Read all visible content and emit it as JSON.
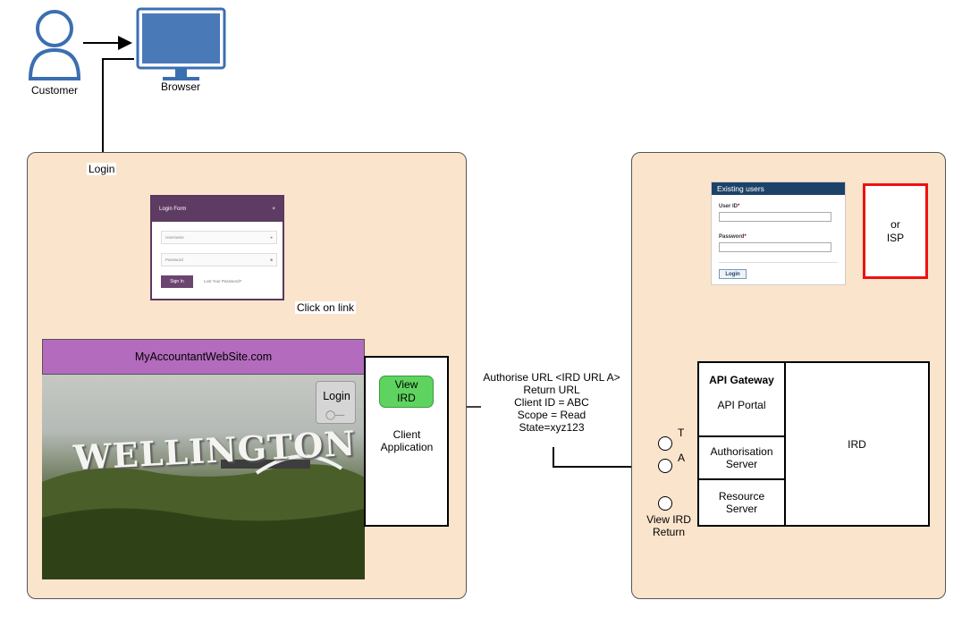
{
  "actors": {
    "customer_label": "Customer",
    "browser_label": "Browser"
  },
  "flow_labels": {
    "login": "Login",
    "click_on_link": "Click on link"
  },
  "login_form": {
    "title": "Login Form",
    "close": "×",
    "username_placeholder": "Username",
    "password_placeholder": "Password",
    "sign_in": "Sign In",
    "lost_password": "Lost Your Password?"
  },
  "website": {
    "name": "MyAccountantWebSite.com",
    "photo_caption": "WELLINGTON",
    "login_badge": "Login"
  },
  "client_app": {
    "button_line1": "View",
    "button_line2": "IRD",
    "label_line1": "Client",
    "label_line2": "Application"
  },
  "auth_request": {
    "lines": [
      "Authorise URL <IRD URL A>",
      "Return URL",
      "Client ID = ABC",
      "Scope = Read",
      "State=xyz123"
    ]
  },
  "existing_users": {
    "header": "Existing users",
    "user_id_label": "User ID",
    "password_label": "Password",
    "required_mark": "*",
    "login_button": "Login"
  },
  "isp_box": {
    "line1": "or",
    "line2": "ISP"
  },
  "gateway": {
    "title": "API Gateway",
    "portal": "API Portal",
    "auth_server_line1": "Authorisation",
    "auth_server_line2": "Server",
    "resource_server_line1": "Resource",
    "resource_server_line2": "Server",
    "ird": "IRD"
  },
  "endpoints": {
    "t": "T",
    "a": "A",
    "view_ird_return_line1": "View IRD",
    "view_ird_return_line2": "Return"
  }
}
